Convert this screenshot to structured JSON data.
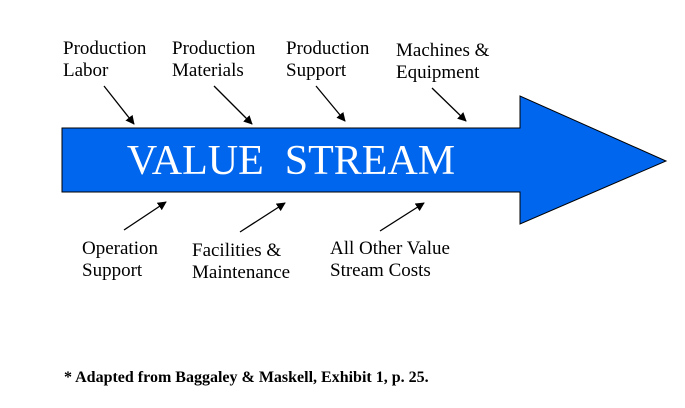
{
  "colors": {
    "arrow_fill": "#0066ee",
    "text": "#000000",
    "title_text": "#ffffff"
  },
  "title": "VALUE  STREAM",
  "inputs_top": [
    {
      "line1": "Production",
      "line2": "Labor"
    },
    {
      "line1": "Production",
      "line2": "Materials"
    },
    {
      "line1": "Production",
      "line2": "Support"
    },
    {
      "line1": "Machines &",
      "line2": "Equipment"
    }
  ],
  "inputs_bottom": [
    {
      "line1": "Operation",
      "line2": "Support"
    },
    {
      "line1": "Facilities &",
      "line2": "Maintenance"
    },
    {
      "line1": "All Other Value",
      "line2": "Stream Costs"
    }
  ],
  "footnote": "* Adapted from Baggaley & Maskell, Exhibit 1, p. 25."
}
